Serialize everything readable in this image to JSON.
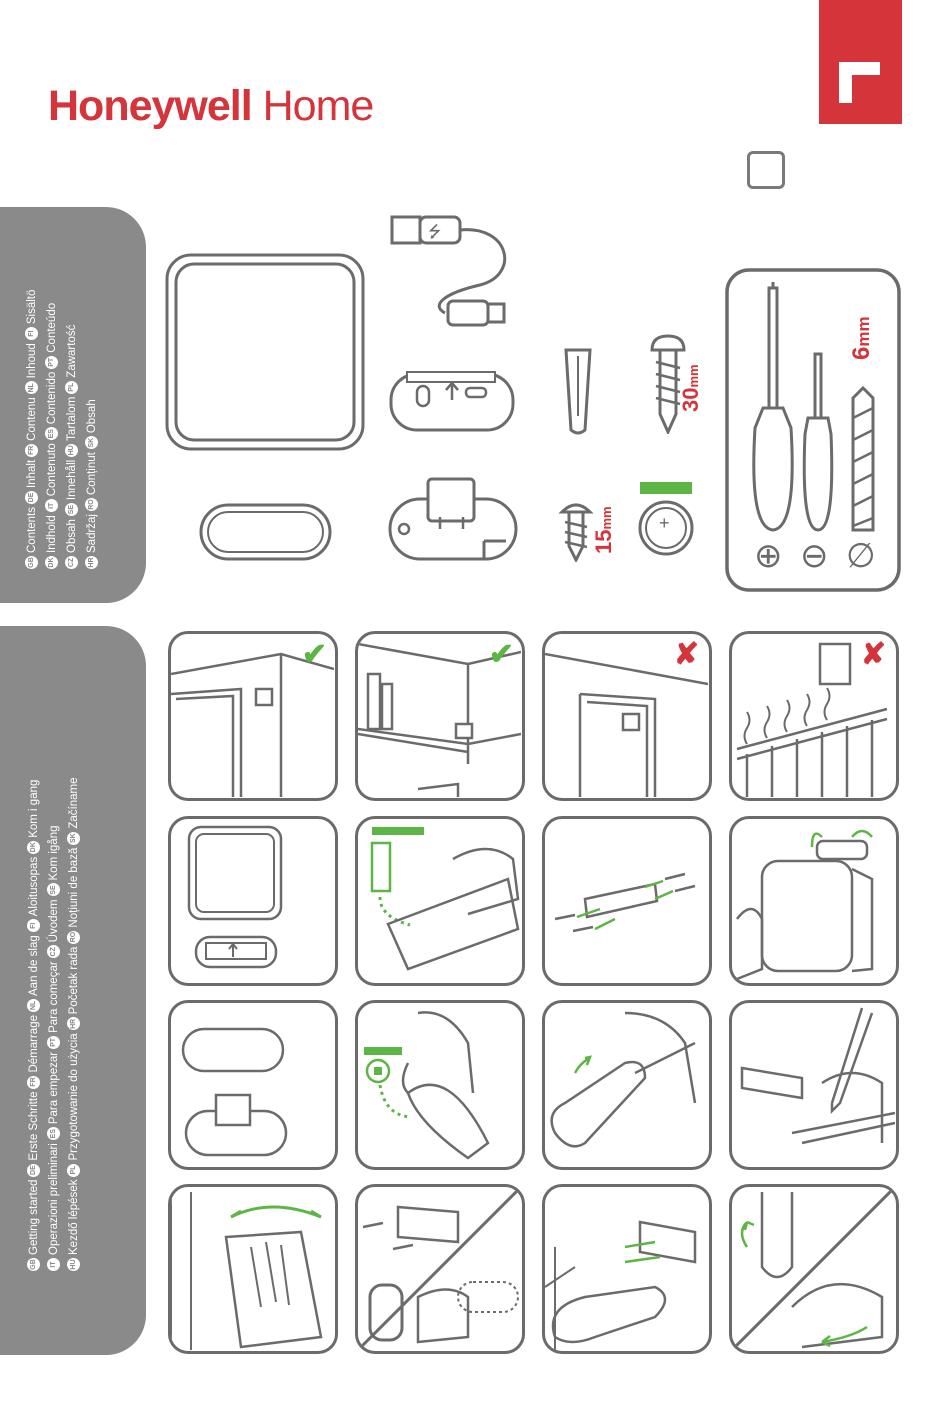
{
  "brand": {
    "bold": "Honeywell",
    "light": " Home",
    "color": "#d4343a"
  },
  "accent": {
    "check": "#5db545",
    "cross": "#d4343a",
    "panel": "#8a8a8a",
    "line": "#6b6b6b"
  },
  "contents": {
    "lines": [
      [
        {
          "code": "GB",
          "text": "Contents"
        },
        {
          "code": "DE",
          "text": "Inhalt"
        },
        {
          "code": "FR",
          "text": "Contenu"
        },
        {
          "code": "NL",
          "text": "Inhoud"
        },
        {
          "code": "FI",
          "text": "Sisältö"
        }
      ],
      [
        {
          "code": "DK",
          "text": "Indhold"
        },
        {
          "code": "IT",
          "text": "Contenuto"
        },
        {
          "code": "ES",
          "text": "Contenido"
        },
        {
          "code": "PT",
          "text": "Conteúdo"
        }
      ],
      [
        {
          "code": "CZ",
          "text": "Obsah"
        },
        {
          "code": "SE",
          "text": "Innehåll"
        },
        {
          "code": "HU",
          "text": "Tartalom"
        },
        {
          "code": "PL",
          "text": "Zawartość"
        }
      ],
      [
        {
          "code": "HR",
          "text": "Sadržaj"
        },
        {
          "code": "RO",
          "text": "Conținut"
        },
        {
          "code": "SK",
          "text": "Obsah"
        }
      ]
    ]
  },
  "getting_started": {
    "lines": [
      [
        {
          "code": "GB",
          "text": "Getting started"
        },
        {
          "code": "DE",
          "text": "Erste Schritte"
        },
        {
          "code": "FR",
          "text": "Démarrage"
        },
        {
          "code": "NL",
          "text": "Aan de slag"
        },
        {
          "code": "FI",
          "text": "Aloitusopas"
        },
        {
          "code": "DK",
          "text": "Kom i gang"
        }
      ],
      [
        {
          "code": "IT",
          "text": "Operazioni preliminari"
        },
        {
          "code": "ES",
          "text": "Para empezar"
        },
        {
          "code": "PT",
          "text": "Para começar"
        },
        {
          "code": "CZ",
          "text": "Úvodem"
        },
        {
          "code": "SE",
          "text": "Kom igång"
        }
      ],
      [
        {
          "code": "HU",
          "text": "Kezdő lépések"
        },
        {
          "code": "PL",
          "text": "Przygotowanie do użycia"
        },
        {
          "code": "HR",
          "text": "Početak rada"
        },
        {
          "code": "RO",
          "text": "Noțiuni de bază"
        },
        {
          "code": "SK",
          "text": "Začíname"
        }
      ]
    ]
  },
  "dimensions": {
    "long_screw": "30",
    "short_screw": "15",
    "unit": "mm",
    "drill": "6",
    "drill_unit": "mm"
  },
  "battery_symbol": "+",
  "usb_symbol": "⭍",
  "tools_symbols": [
    "⊕",
    "⊖",
    "∅"
  ],
  "placement_marks": [
    "✔",
    "✔",
    "✘",
    "✘"
  ]
}
